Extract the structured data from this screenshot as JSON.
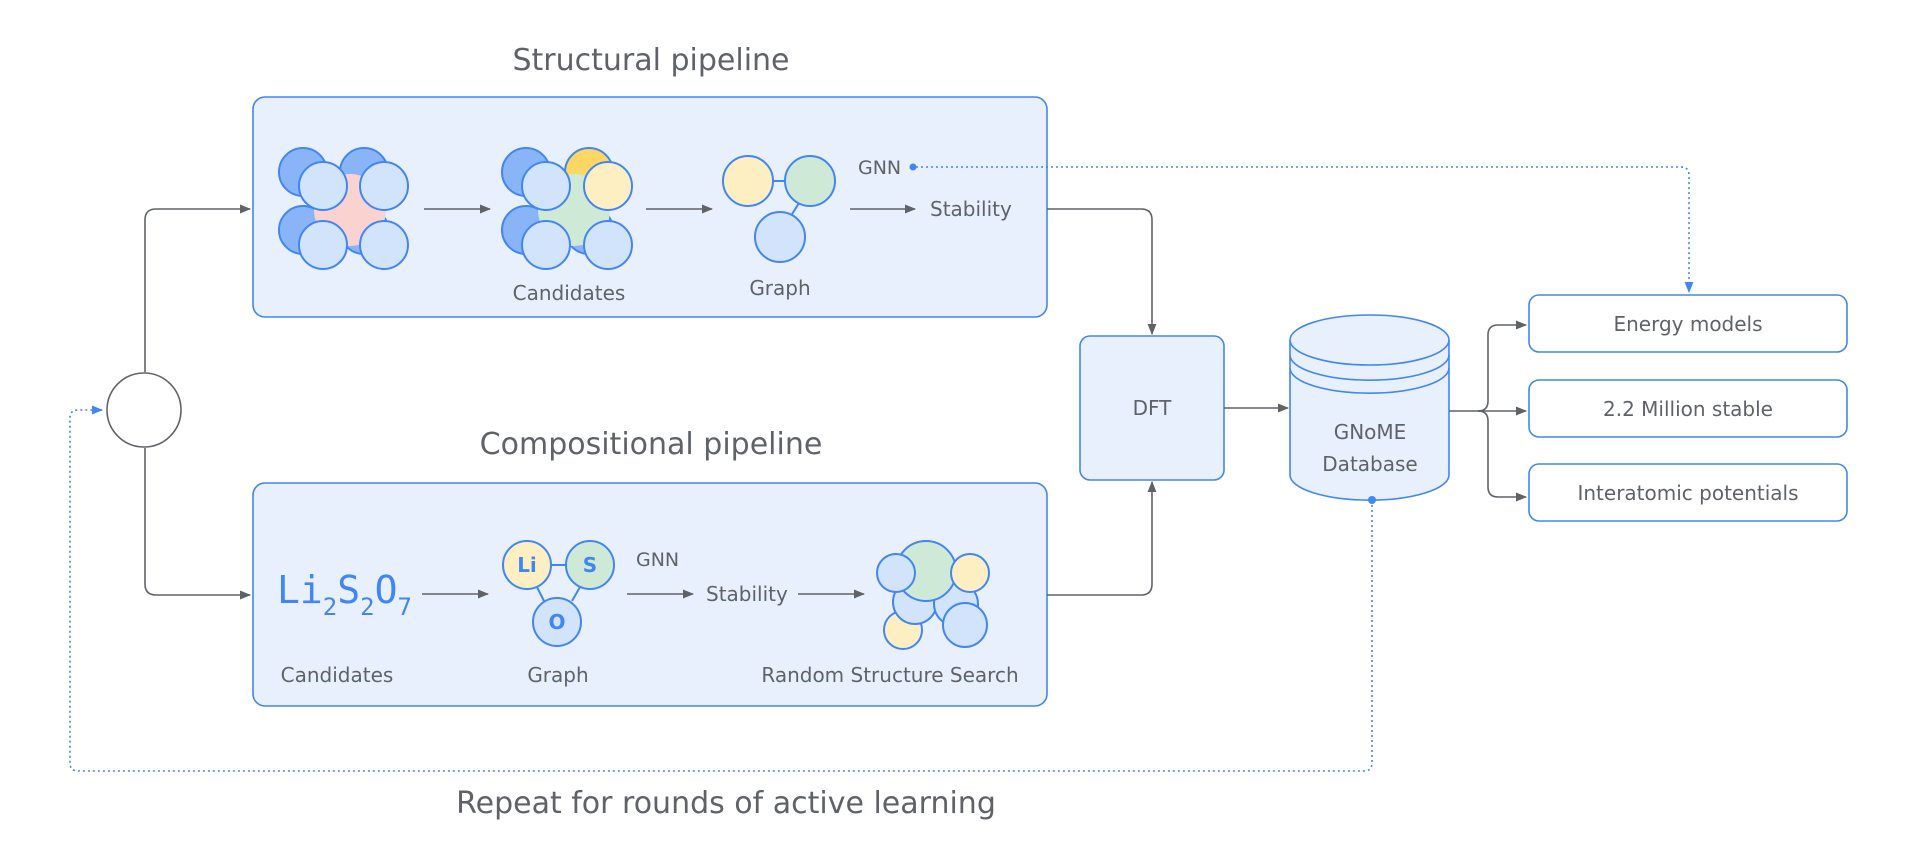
{
  "structural": {
    "title": "Structural pipeline",
    "candidates_label": "Candidates",
    "graph_label": "Graph",
    "gnn_label": "GNN",
    "stability_label": "Stability"
  },
  "compositional": {
    "title": "Compositional pipeline",
    "formula": {
      "parts": [
        {
          "element": "Li",
          "count": "2"
        },
        {
          "element": "S",
          "count": "2"
        },
        {
          "element": "O",
          "count": "7"
        }
      ]
    },
    "candidates_label": "Candidates",
    "graph_label": "Graph",
    "graph_nodes": [
      "Li",
      "S",
      "O"
    ],
    "gnn_label": "GNN",
    "stability_label": "Stability",
    "search_label": "Random Structure Search"
  },
  "dft": {
    "label": "DFT"
  },
  "database": {
    "line1": "GNoME",
    "line2": "Database"
  },
  "outputs": [
    {
      "label": "Energy models"
    },
    {
      "label": "2.2 Million stable"
    },
    {
      "label": "Interatomic potentials"
    }
  ],
  "loop": {
    "label": "Repeat for rounds of active learning"
  },
  "colors": {
    "accent_blue": "#4285f4",
    "panel_fill": "#e8f0fe",
    "atom_dark_blue": "#8ab4f8",
    "atom_light_blue": "#d2e3fc",
    "atom_pink": "#fad2cf",
    "atom_green": "#ceead6",
    "atom_yellow": "#feefc3",
    "atom_gold": "#fdd663",
    "text_gray": "#5f6368"
  }
}
